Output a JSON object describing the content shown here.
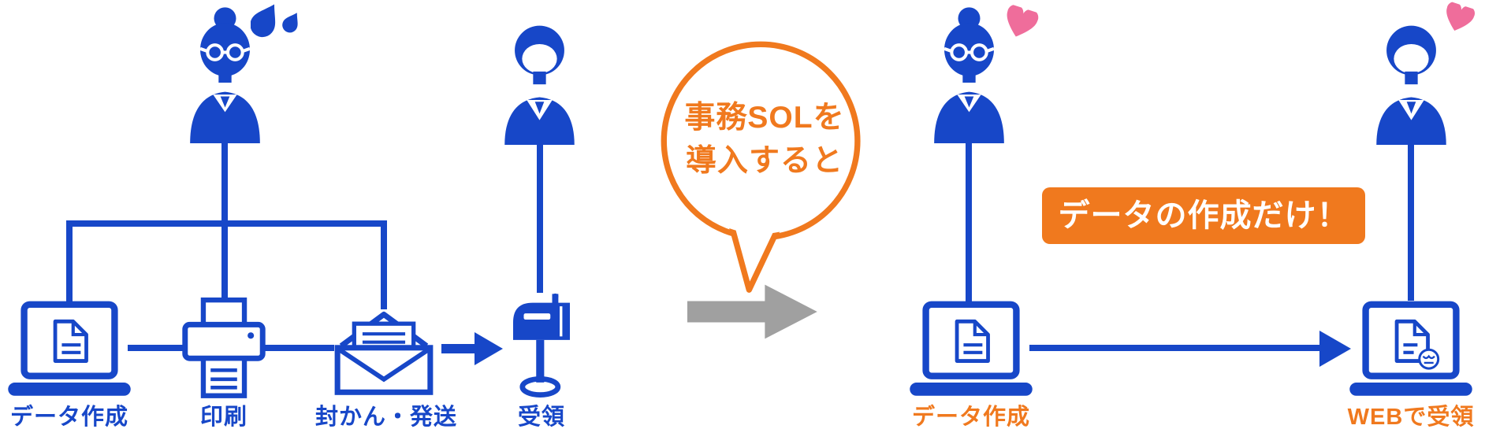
{
  "diagram": {
    "bubble": {
      "line1": "事務SOLを",
      "line2": "導入すると"
    },
    "before": {
      "worker_icon": "stressed-office-worker-icon",
      "worker_decoration_icon": "sweat-drops-icon",
      "receiver_icon": "businessman-icon",
      "steps": [
        {
          "label": "データ作成",
          "icon": "laptop-document-icon"
        },
        {
          "label": "印刷",
          "icon": "printer-icon"
        },
        {
          "label": "封かん・発送",
          "icon": "envelope-icon"
        },
        {
          "label": "受領",
          "icon": "mailbox-icon"
        }
      ]
    },
    "after": {
      "callout": "データの作成だけ！",
      "worker_icon": "happy-office-worker-icon",
      "receiver_icon": "happy-businessman-icon",
      "decoration_icon": "heart-icon",
      "steps": [
        {
          "label": "データ作成",
          "icon": "laptop-document-icon"
        },
        {
          "label": "WEBで受領",
          "icon": "laptop-web-receive-icon"
        }
      ]
    },
    "transition_icon": "gray-right-arrow-icon",
    "colors": {
      "blue": "#1747c8",
      "orange": "#f0791e",
      "pink": "#ef6d9b",
      "gray": "#a0a0a0"
    }
  }
}
